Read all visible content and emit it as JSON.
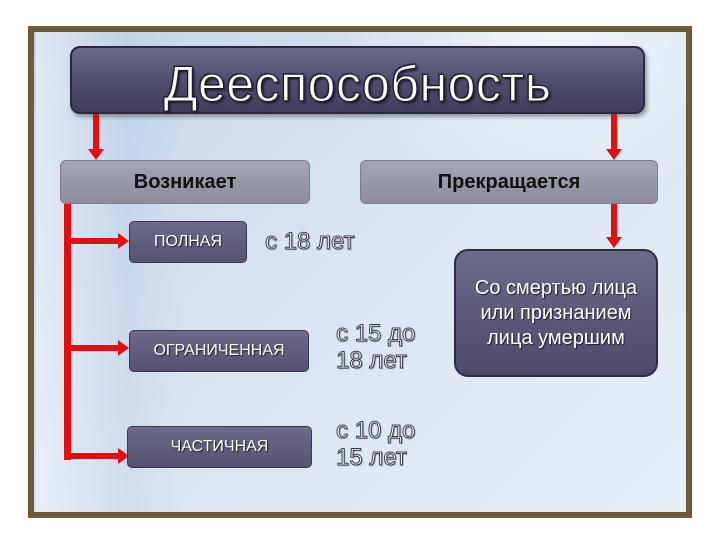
{
  "title": "Дееспособность",
  "headers": {
    "arises": "Возникает",
    "terminates": "Прекращается"
  },
  "types": [
    {
      "label": "ПОЛНАЯ",
      "age": "с 18 лет"
    },
    {
      "label": "ОГРАНИЧЕННАЯ",
      "age": "с 15 до 18 лет"
    },
    {
      "label": "ЧАСТИЧНАЯ",
      "age": "с 10 до 15 лет"
    }
  ],
  "termination": "Со смертью лица или признанием лица умершим",
  "colors": {
    "arrow": "#e10f0f",
    "box": "#5c5a7a",
    "header": "#9a9bab",
    "frame": "#6e5a36"
  }
}
